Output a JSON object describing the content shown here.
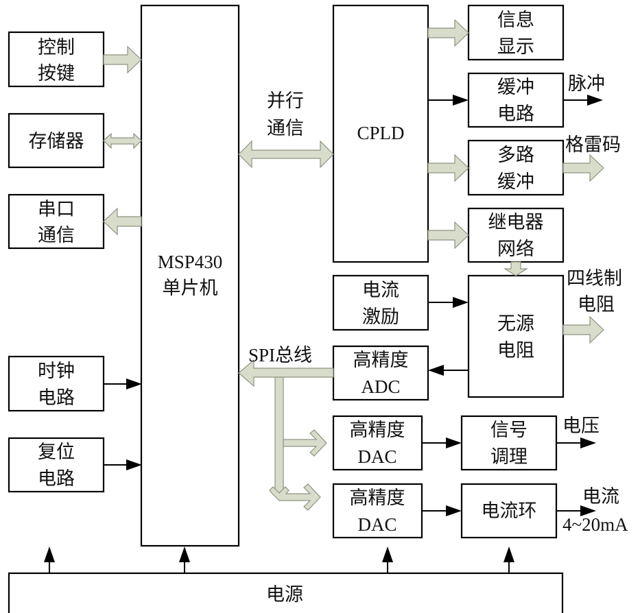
{
  "diagram": {
    "blocks": {
      "control_keys": [
        "控制",
        "按键"
      ],
      "memory": [
        "存储器"
      ],
      "serial": [
        "串口",
        "通信"
      ],
      "clock": [
        "时钟",
        "电路"
      ],
      "reset": [
        "复位",
        "电路"
      ],
      "mcu": [
        "MSP430",
        "单片机"
      ],
      "cpld": [
        "CPLD"
      ],
      "info_display": [
        "信息",
        "显示"
      ],
      "buffer_circuit": [
        "缓冲",
        "电路"
      ],
      "multi_buffer": [
        "多路",
        "缓冲"
      ],
      "relay_network": [
        "继电器",
        "网络"
      ],
      "current_excitation": [
        "电流",
        "激励"
      ],
      "passive_resistor": [
        "无源",
        "电阻"
      ],
      "adc": [
        "高精度",
        "ADC"
      ],
      "dac1": [
        "高精度",
        "DAC"
      ],
      "dac2": [
        "高精度",
        "DAC"
      ],
      "signal_conditioning": [
        "信号",
        "调理"
      ],
      "current_loop": [
        "电流环"
      ],
      "power": [
        "电源"
      ]
    },
    "labels": {
      "parallel_comm": [
        "并行",
        "通信"
      ],
      "spi_bus": "SPI总线",
      "pulse": "脉冲",
      "gray_code": "格雷码",
      "four_wire_resistor": [
        "四线制",
        "电阻"
      ],
      "voltage": "电压",
      "current_out": [
        "电流",
        "4~20mA"
      ]
    },
    "colors": {
      "bus_fill": "#d8dccb",
      "bus_stroke": "#8d9380",
      "line": "#000000"
    }
  }
}
